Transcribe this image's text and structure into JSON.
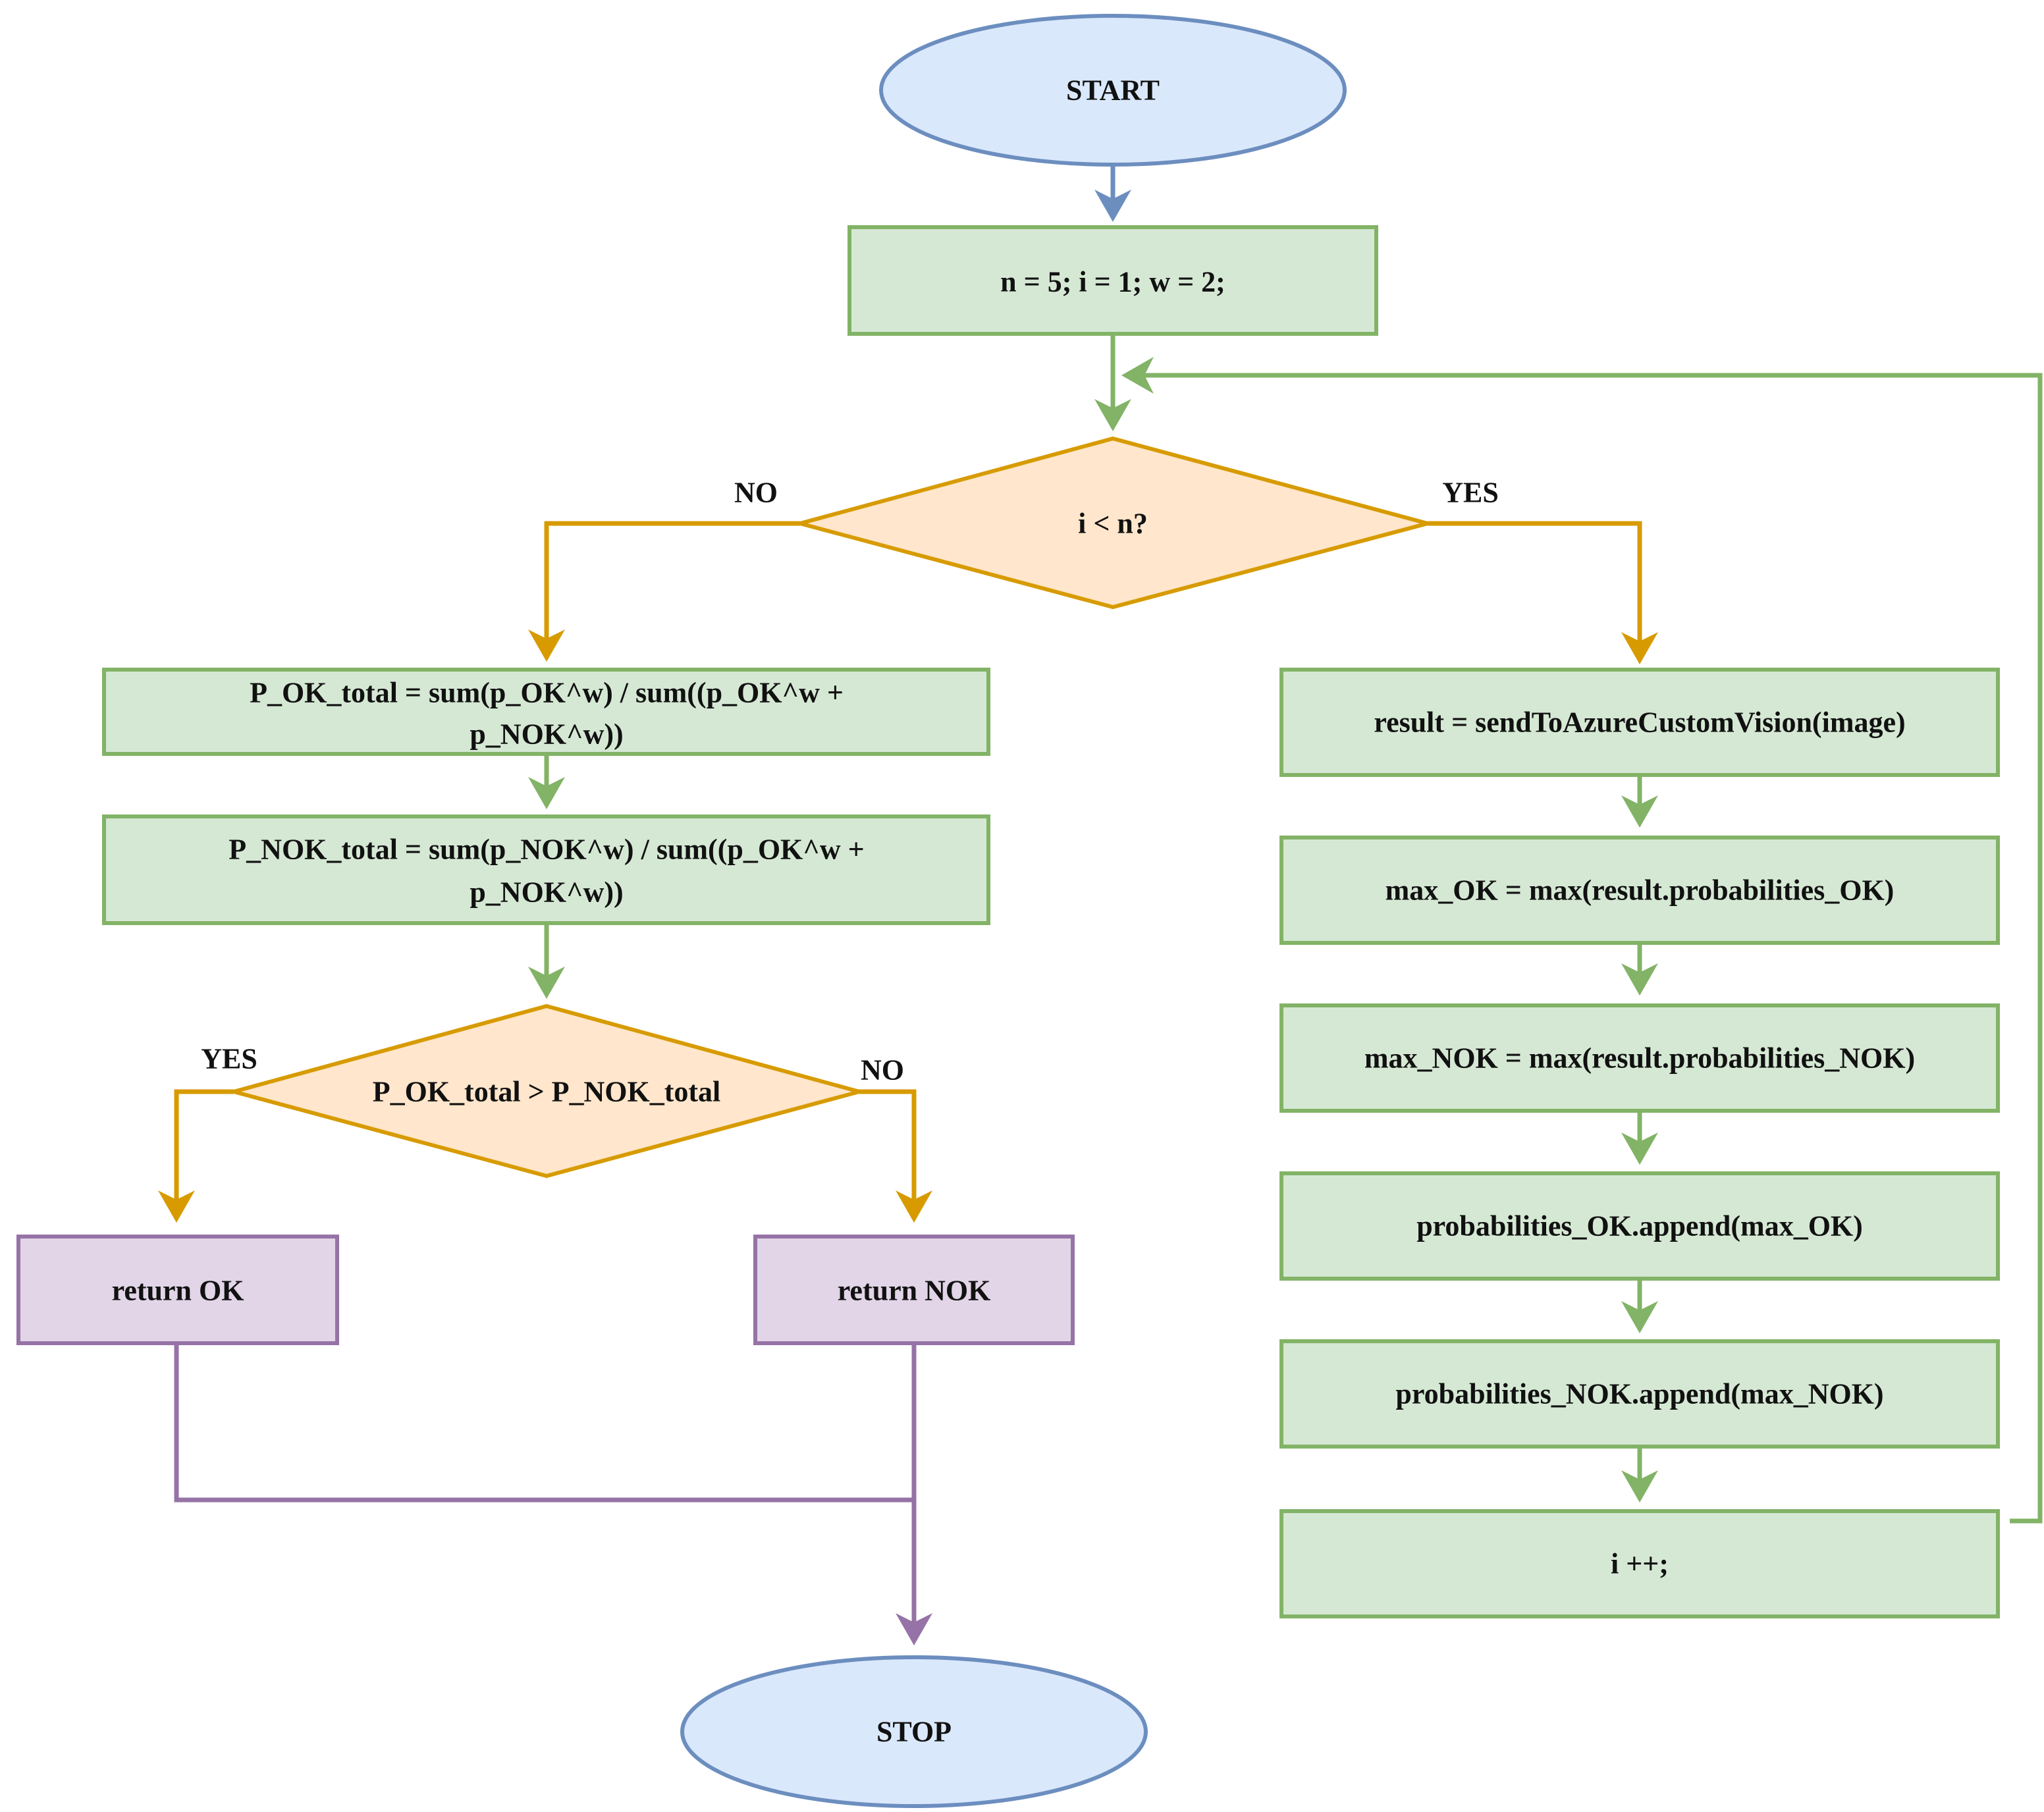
{
  "colors": {
    "blue_fill": "#dae8fc",
    "blue_stroke": "#6c8ebf",
    "green_fill": "#d5e8d4",
    "green_stroke": "#82b366",
    "orange_fill": "#ffe6cc",
    "orange_stroke": "#d79b00",
    "purple_fill": "#e1d5e7",
    "purple_stroke": "#9673a6"
  },
  "nodes": {
    "start": {
      "label": "START"
    },
    "init": {
      "label": "n = 5; i = 1; w = 2;"
    },
    "loop_condition": {
      "label": "i < n?"
    },
    "p_ok_total": {
      "line1": "P_OK_total = sum(p_OK^w) / sum((p_OK^w +",
      "line2": "p_NOK^w))"
    },
    "p_nok_total": {
      "line1": "P_NOK_total = sum(p_NOK^w) / sum((p_OK^w +",
      "line2": "p_NOK^w))"
    },
    "compare": {
      "label": "P_OK_total > P_NOK_total"
    },
    "return_ok": {
      "label": "return OK"
    },
    "return_nok": {
      "label": "return NOK"
    },
    "stop": {
      "label": "STOP"
    },
    "send": {
      "label": "result = sendToAzureCustomVision(image)"
    },
    "max_ok": {
      "label": "max_OK = max(result.probabilities_OK)"
    },
    "max_nok": {
      "label": "max_NOK = max(result.probabilities_NOK)"
    },
    "append_ok": {
      "label": "probabilities_OK.append(max_OK)"
    },
    "append_nok": {
      "label": "probabilities_NOK.append(max_NOK)"
    },
    "increment": {
      "label": "i ++;"
    }
  },
  "edge_labels": {
    "loop_no": "NO",
    "loop_yes": "YES",
    "compare_yes": "YES",
    "compare_no": "NO"
  }
}
